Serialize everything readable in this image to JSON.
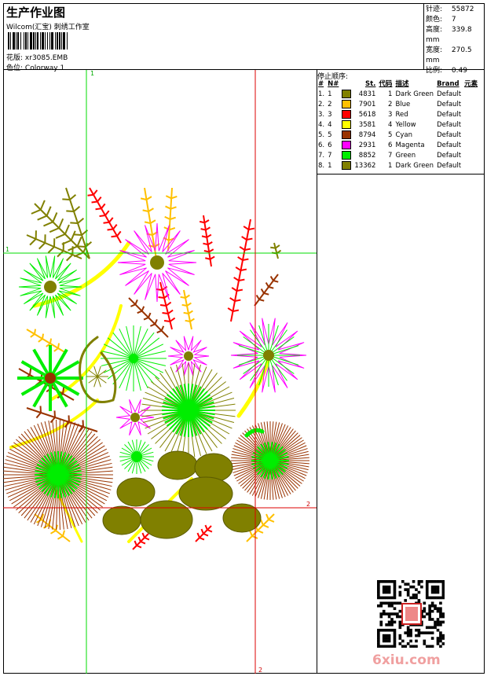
{
  "header": {
    "title": "生产作业图",
    "subtitle": "Wilcom(汇宝) 刺绣工作室",
    "design_label": "花版:",
    "design_value": "xr3085.EMB",
    "colorway_label": "色位:",
    "colorway_value": "Colorway 1"
  },
  "stats": [
    {
      "label": "针迹:",
      "value": "55872"
    },
    {
      "label": "颜色:",
      "value": "7"
    },
    {
      "label": "高度:",
      "value": "339.8 mm"
    },
    {
      "label": "宽度:",
      "value": "270.5 mm"
    },
    {
      "label": "比例:",
      "value": "0.49"
    }
  ],
  "stop_sequence": {
    "title": "停止顺序:",
    "columns": [
      "#",
      "N#",
      "St.",
      "代码",
      "描述",
      "Brand",
      "元素"
    ],
    "rows": [
      {
        "idx": "1.",
        "n": "1",
        "color": "#808000",
        "st": "4831",
        "code": "1",
        "desc": "Dark Green",
        "brand": "Default"
      },
      {
        "idx": "2.",
        "n": "2",
        "color": "#ffc000",
        "st": "7901",
        "code": "2",
        "desc": "Blue",
        "brand": "Default"
      },
      {
        "idx": "3.",
        "n": "3",
        "color": "#ff0000",
        "st": "5618",
        "code": "3",
        "desc": "Red",
        "brand": "Default"
      },
      {
        "idx": "4.",
        "n": "4",
        "color": "#ffff00",
        "st": "3581",
        "code": "4",
        "desc": "Yellow",
        "brand": "Default"
      },
      {
        "idx": "5.",
        "n": "5",
        "color": "#993300",
        "st": "8794",
        "code": "5",
        "desc": "Cyan",
        "brand": "Default"
      },
      {
        "idx": "6.",
        "n": "6",
        "color": "#ff00ff",
        "st": "2931",
        "code": "6",
        "desc": "Magenta",
        "brand": "Default"
      },
      {
        "idx": "7.",
        "n": "7",
        "color": "#00ee00",
        "st": "8852",
        "code": "7",
        "desc": "Green",
        "brand": "Default"
      },
      {
        "idx": "8.",
        "n": "1",
        "color": "#808000",
        "st": "13362",
        "code": "1",
        "desc": "Dark Green",
        "brand": "Default"
      }
    ]
  },
  "guides": {
    "v1": "1",
    "h1": "1",
    "h2": "2",
    "v2": "2"
  },
  "watermark": {
    "site": "6xiu.com"
  }
}
